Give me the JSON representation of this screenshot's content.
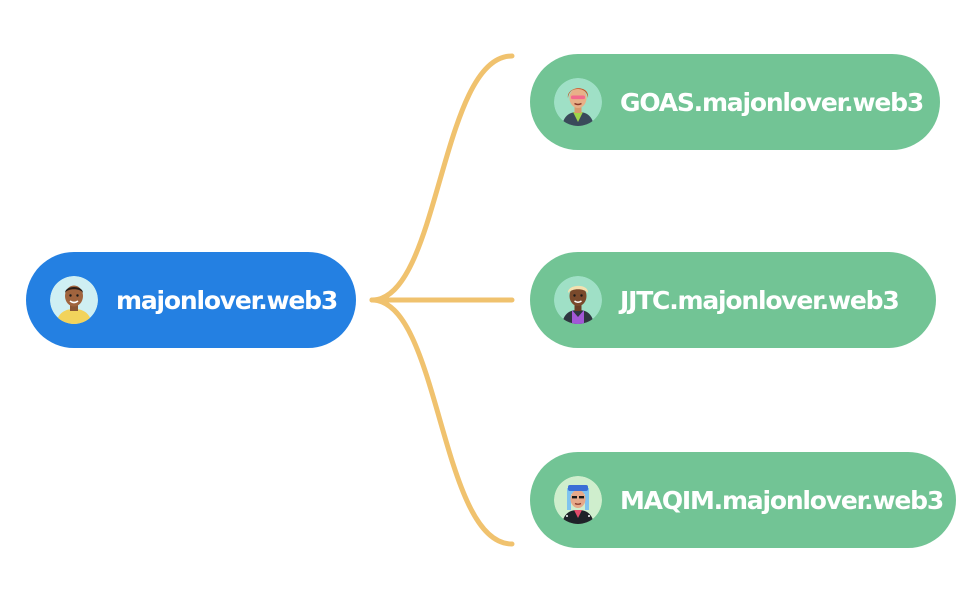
{
  "root": {
    "label": "majonlover.web3",
    "avatar": "avatar-man-yellow-shirt-icon",
    "color": "#2480e2"
  },
  "children": [
    {
      "label": "GOAS.majonlover.web3",
      "avatar": "avatar-red-hair-woman-icon"
    },
    {
      "label": "JJTC.majonlover.web3",
      "avatar": "avatar-blonde-man-purple-shirt-icon"
    },
    {
      "label": "MAQIM.majonlover.web3",
      "avatar": "avatar-blue-hair-punk-icon"
    }
  ],
  "colors": {
    "child_pill": "#72c495",
    "connector": "#f0c26e",
    "text": "#ffffff"
  }
}
